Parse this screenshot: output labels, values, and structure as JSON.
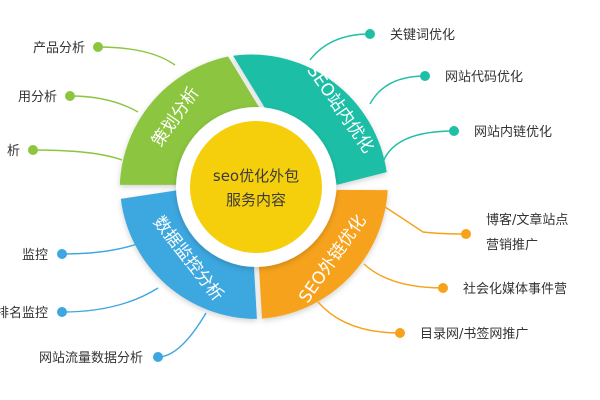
{
  "center": {
    "line1": "seo优化外包",
    "line2": "服务内容"
  },
  "segments": {
    "planning": {
      "label": "策划分析",
      "color": "#8cc63f"
    },
    "onsite": {
      "label": "SEO站内优化",
      "color": "#1fbfa6"
    },
    "offsite": {
      "label": "SEO外链优化",
      "color": "#f7a21b"
    },
    "monitor": {
      "label": "数据监控分析",
      "color": "#3ea7e0"
    }
  },
  "items": {
    "planning": [
      "产品分析",
      "用分析",
      "析"
    ],
    "onsite": [
      "关键词优化",
      "网站代码优化",
      "网站内链优化"
    ],
    "offsite": [
      "博客/文章站点",
      "营销推广",
      "社会化媒体事件营",
      "目录网/书签网推广"
    ],
    "monitor": [
      "监控",
      "排名监控",
      "网站流量数据分析"
    ]
  },
  "colors": {
    "center_fill": "#f5cf0c",
    "inner_ring": "#ffffff"
  }
}
